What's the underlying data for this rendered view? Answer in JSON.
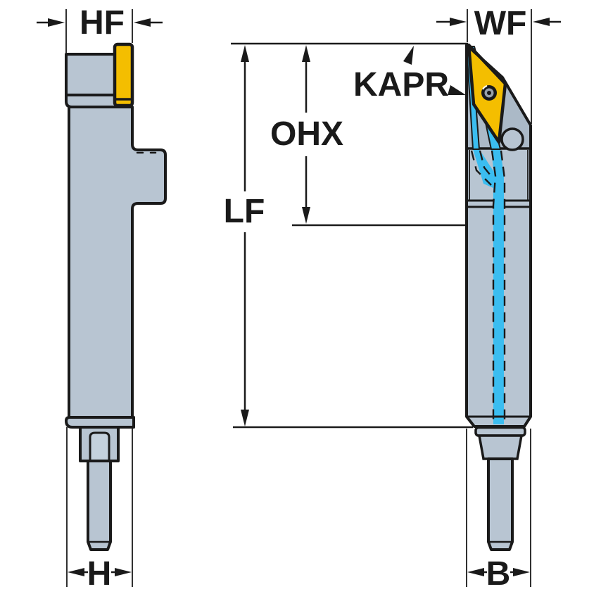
{
  "drawing": {
    "labels": {
      "hf": "HF",
      "wf": "WF",
      "kapr": "KAPR",
      "ohx": "OHX",
      "lf": "LF",
      "h": "H",
      "b": "B"
    },
    "colors": {
      "background": "#ffffff",
      "outline": "#1a1a1a",
      "body_fill": "#b8c5d2",
      "head_fill": "#abb9c7",
      "nut_inner_fill": "#c4d1dd",
      "insert_fill": "#f4be00",
      "coolant_fill": "#3bbdf0",
      "screw_dark": "#17181a",
      "screw_gray": "#98a1aa"
    }
  }
}
